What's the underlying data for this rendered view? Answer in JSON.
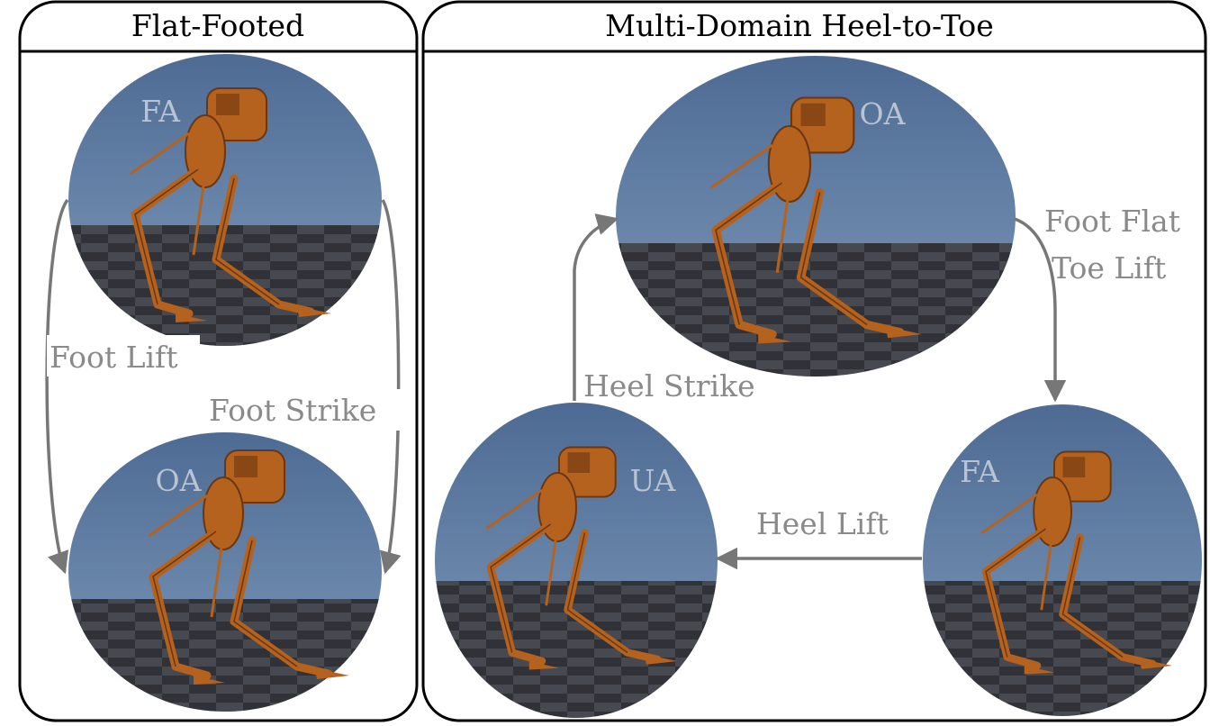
{
  "panels": {
    "left_title": "Flat-Footed",
    "right_title": "Multi-Domain Heel-to-Toe"
  },
  "domains": {
    "left_top": "FA",
    "left_bottom": "OA",
    "right_top": "OA",
    "right_left": "UA",
    "right_right": "FA"
  },
  "transitions": {
    "foot_lift": "Foot Lift",
    "foot_strike": "Foot Strike",
    "foot_flat_line1": "Foot Flat",
    "foot_flat_line2": "Toe Lift",
    "heel_strike": "Heel Strike",
    "heel_lift": "Heel Lift"
  },
  "colors": {
    "sky_top": "#4e6a92",
    "sky_bottom": "#7f9bbb",
    "floor_dark": "#2f3136",
    "floor_light": "#4b4d53",
    "robot": "#b5621f",
    "arrow": "#777777",
    "domain_label": "#b9c3d2"
  }
}
